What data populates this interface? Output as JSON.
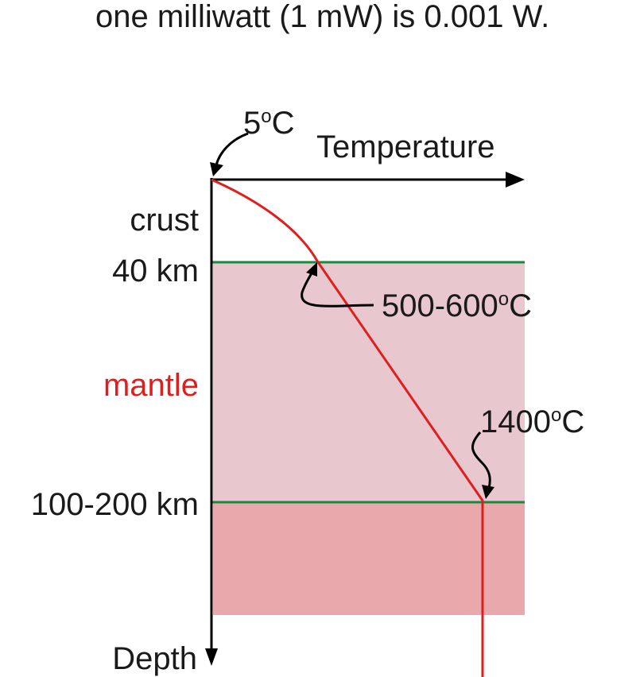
{
  "header_text": "one milliwatt (1 mW) is 0.001 W.",
  "axes": {
    "x_label": "Temperature",
    "y_label": "Depth"
  },
  "layers": {
    "crust": "crust",
    "mantle": "mantle"
  },
  "depth_labels": {
    "moho": "40 km",
    "lithosphere_base": "100-200 km"
  },
  "temperature_labels": {
    "surface": {
      "value": "5",
      "degree": "o",
      "unit": "C"
    },
    "moho": {
      "value": "500-600",
      "degree": "o",
      "unit": "C"
    },
    "lithosphere_base": {
      "value": "1400",
      "degree": "o",
      "unit": "C"
    }
  },
  "colors": {
    "axis": "#000000",
    "geotherm": "#e01e1e",
    "boundary_line": "#1a8a3a",
    "mantle_fill": "#e8c8ce",
    "lower_fill": "#e8a8ac",
    "mantle_label": "#e01e1e"
  }
}
